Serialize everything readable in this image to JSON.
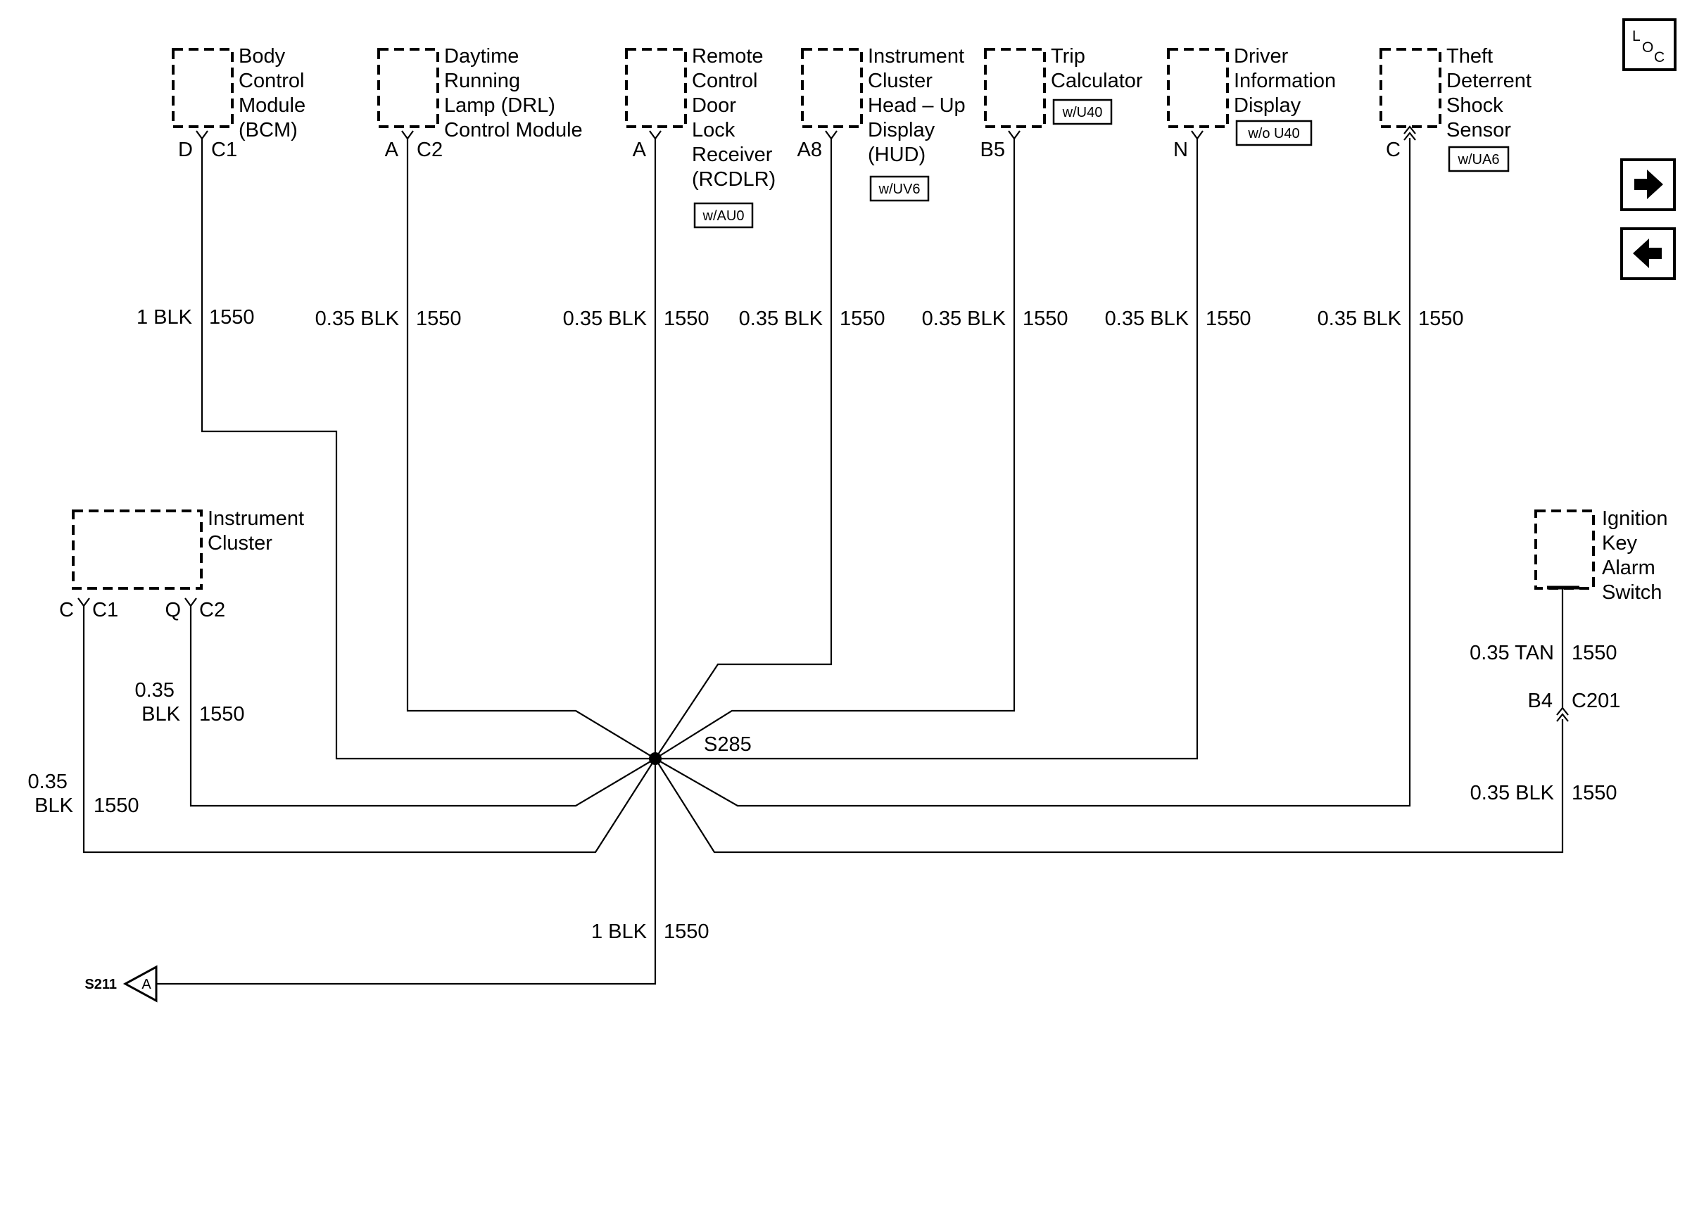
{
  "components": {
    "bcm": {
      "lines": [
        "Body",
        "Control",
        "Module",
        "(BCM)"
      ],
      "pin": "D",
      "connector": "C1"
    },
    "drl": {
      "lines": [
        "Daytime",
        "Running",
        "Lamp (DRL)",
        "Control Module"
      ],
      "pin": "A",
      "connector": "C2"
    },
    "rcdlr": {
      "lines": [
        "Remote",
        "Control",
        "Door",
        "Lock",
        "Receiver",
        "(RCDLR)"
      ],
      "pin": "A",
      "option": "w/AU0"
    },
    "hud": {
      "lines": [
        "Instrument",
        "Cluster",
        "Head – Up",
        "Display",
        "(HUD)"
      ],
      "pin": "A8",
      "option": "w/UV6"
    },
    "trip": {
      "lines": [
        "Trip",
        "Calculator"
      ],
      "pin": "B5",
      "option": "w/U40"
    },
    "dic": {
      "lines": [
        "Driver",
        "Information",
        "Display"
      ],
      "pin": "N",
      "option": "w/o U40"
    },
    "theft": {
      "lines": [
        "Theft",
        "Deterrent",
        "Shock",
        "Sensor"
      ],
      "pin": "C",
      "option": "w/UA6"
    },
    "cluster": {
      "lines": [
        "Instrument",
        "Cluster"
      ],
      "pin1": "C",
      "connector1": "C1",
      "pin2": "Q",
      "connector2": "C2"
    },
    "ignition": {
      "lines": [
        "Ignition",
        "Key",
        "Alarm",
        "Switch"
      ]
    }
  },
  "wires": {
    "bcm": {
      "gauge": "1 BLK",
      "circuit": "1550"
    },
    "drl": {
      "gauge": "0.35 BLK",
      "circuit": "1550"
    },
    "rcdlr": {
      "gauge": "0.35 BLK",
      "circuit": "1550"
    },
    "hud": {
      "gauge": "0.35 BLK",
      "circuit": "1550"
    },
    "trip": {
      "gauge": "0.35 BLK",
      "circuit": "1550"
    },
    "dic": {
      "gauge": "0.35 BLK",
      "circuit": "1550"
    },
    "theft": {
      "gauge": "0.35 BLK",
      "circuit": "1550"
    },
    "cluster_q": {
      "gauge_line1": "0.35",
      "gauge_line2": "BLK",
      "circuit": "1550"
    },
    "cluster_c": {
      "gauge_line1": "0.35",
      "gauge_line2": "BLK",
      "circuit": "1550"
    },
    "ignition_upper": {
      "gauge": "0.35 TAN",
      "circuit": "1550"
    },
    "ignition_lower": {
      "gauge": "0.35 BLK",
      "circuit": "1550"
    },
    "ground": {
      "gauge": "1 BLK",
      "circuit": "1550"
    }
  },
  "splice": {
    "label": "S285"
  },
  "inline_connector": {
    "pin": "B4",
    "connector": "C201"
  },
  "offpage": {
    "label": "S211",
    "letter": "A"
  },
  "nav": {
    "loc": {
      "l": "L",
      "o": "O",
      "c": "C"
    },
    "next_icon": "arrow-right-icon",
    "prev_icon": "arrow-left-icon"
  }
}
